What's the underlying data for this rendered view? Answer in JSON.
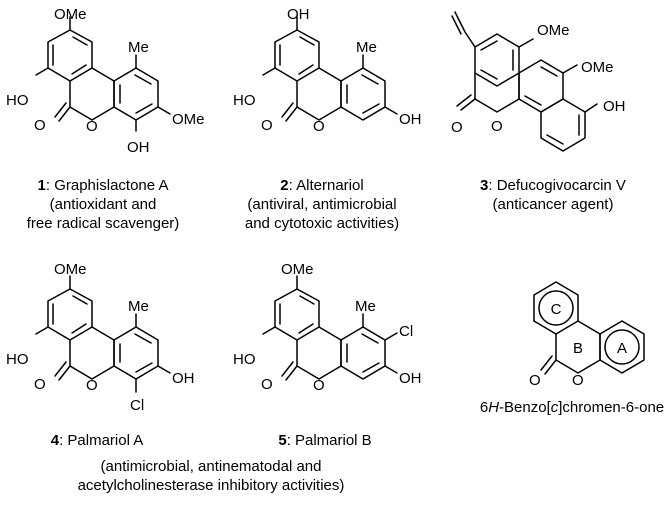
{
  "compounds": [
    {
      "number": "1",
      "name": ": Graphislactone A",
      "desc": [
        "(antioxidant and",
        "free radical scavenger)"
      ],
      "atoms": [
        "OMe",
        "Me",
        "HO",
        "O",
        "O",
        "OH",
        "OMe"
      ]
    },
    {
      "number": "2",
      "name": ": Alternariol",
      "desc": [
        "(antiviral, antimicrobial",
        "and cytotoxic activities)"
      ],
      "atoms": [
        "OH",
        "Me",
        "HO",
        "O",
        "O",
        "OH"
      ]
    },
    {
      "number": "3",
      "name": ": Defucogivocarcin V",
      "desc": [
        "(anticancer agent)"
      ],
      "atoms": [
        "OMe",
        "OMe",
        "O",
        "O",
        "OH"
      ]
    },
    {
      "number": "4",
      "name": ": Palmariol A",
      "atoms": [
        "OMe",
        "Me",
        "HO",
        "O",
        "O",
        "OH",
        "Cl"
      ]
    },
    {
      "number": "5",
      "name": ": Palmariol B",
      "atoms": [
        "OMe",
        "Me",
        "Cl",
        "HO",
        "O",
        "O",
        "OH"
      ]
    }
  ],
  "shared_desc": [
    "(antimicrobial, antinematodal and",
    "acetylcholinesterase inhibitory activities)"
  ],
  "scaffold": {
    "rings": [
      "C",
      "B",
      "A"
    ],
    "atoms": [
      "O",
      "O"
    ],
    "name_pre": "6",
    "name_italic_h": "H",
    "name_mid": "-Benzo[",
    "name_italic_c": "c",
    "name_post": "]chromen-6-one"
  }
}
